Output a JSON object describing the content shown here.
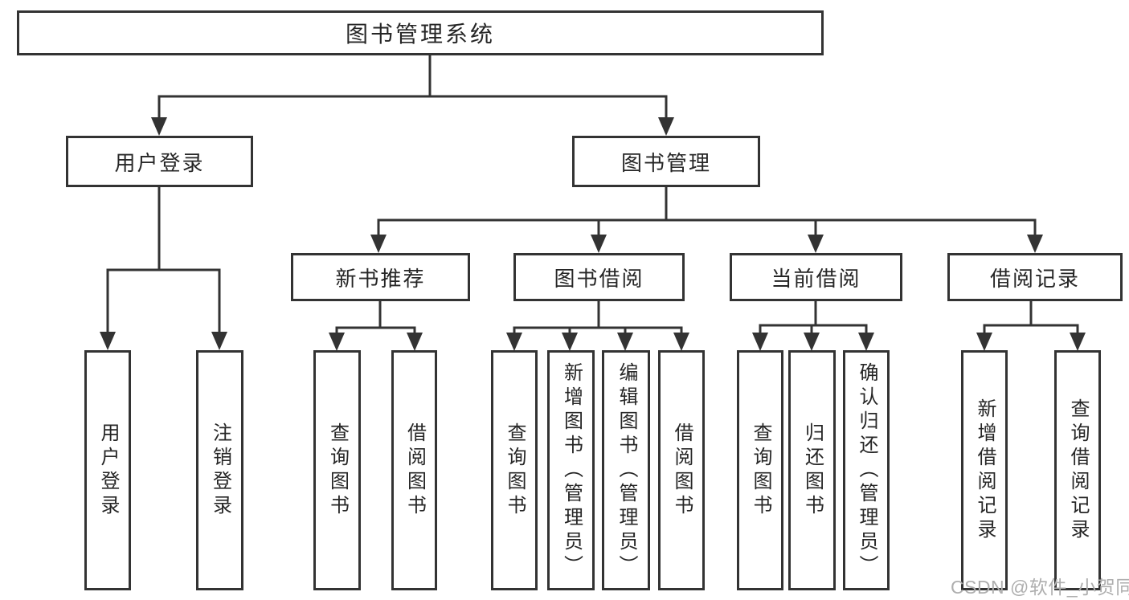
{
  "diagram": {
    "title": "图书管理系统",
    "root": {
      "label": "图书管理系统"
    },
    "branches": [
      {
        "label": "用户登录",
        "children": [
          {
            "label": "用户登录"
          },
          {
            "label": "注销登录"
          }
        ]
      },
      {
        "label": "图书管理",
        "children": [
          {
            "label": "新书推荐",
            "children": [
              {
                "label": "查询图书"
              },
              {
                "label": "借阅图书"
              }
            ]
          },
          {
            "label": "图书借阅",
            "children": [
              {
                "label": "查询图书"
              },
              {
                "label": "新增图书（管理员）"
              },
              {
                "label": "编辑图书（管理员）"
              },
              {
                "label": "借阅图书"
              }
            ]
          },
          {
            "label": "当前借阅",
            "children": [
              {
                "label": "查询图书"
              },
              {
                "label": "归还图书"
              },
              {
                "label": "确认归还（管理员）"
              }
            ]
          },
          {
            "label": "借阅记录",
            "children": [
              {
                "label": "新增借阅记录"
              },
              {
                "label": "查询借阅记录"
              }
            ]
          }
        ]
      }
    ]
  },
  "watermark": {
    "text": "CSDN @软件_小贺同学"
  },
  "colors": {
    "line": "#333333",
    "box_border": "#333333",
    "box_fill": "#ffffff",
    "text": "#262626",
    "watermark": "#aeaeae",
    "background": "#ffffff"
  }
}
